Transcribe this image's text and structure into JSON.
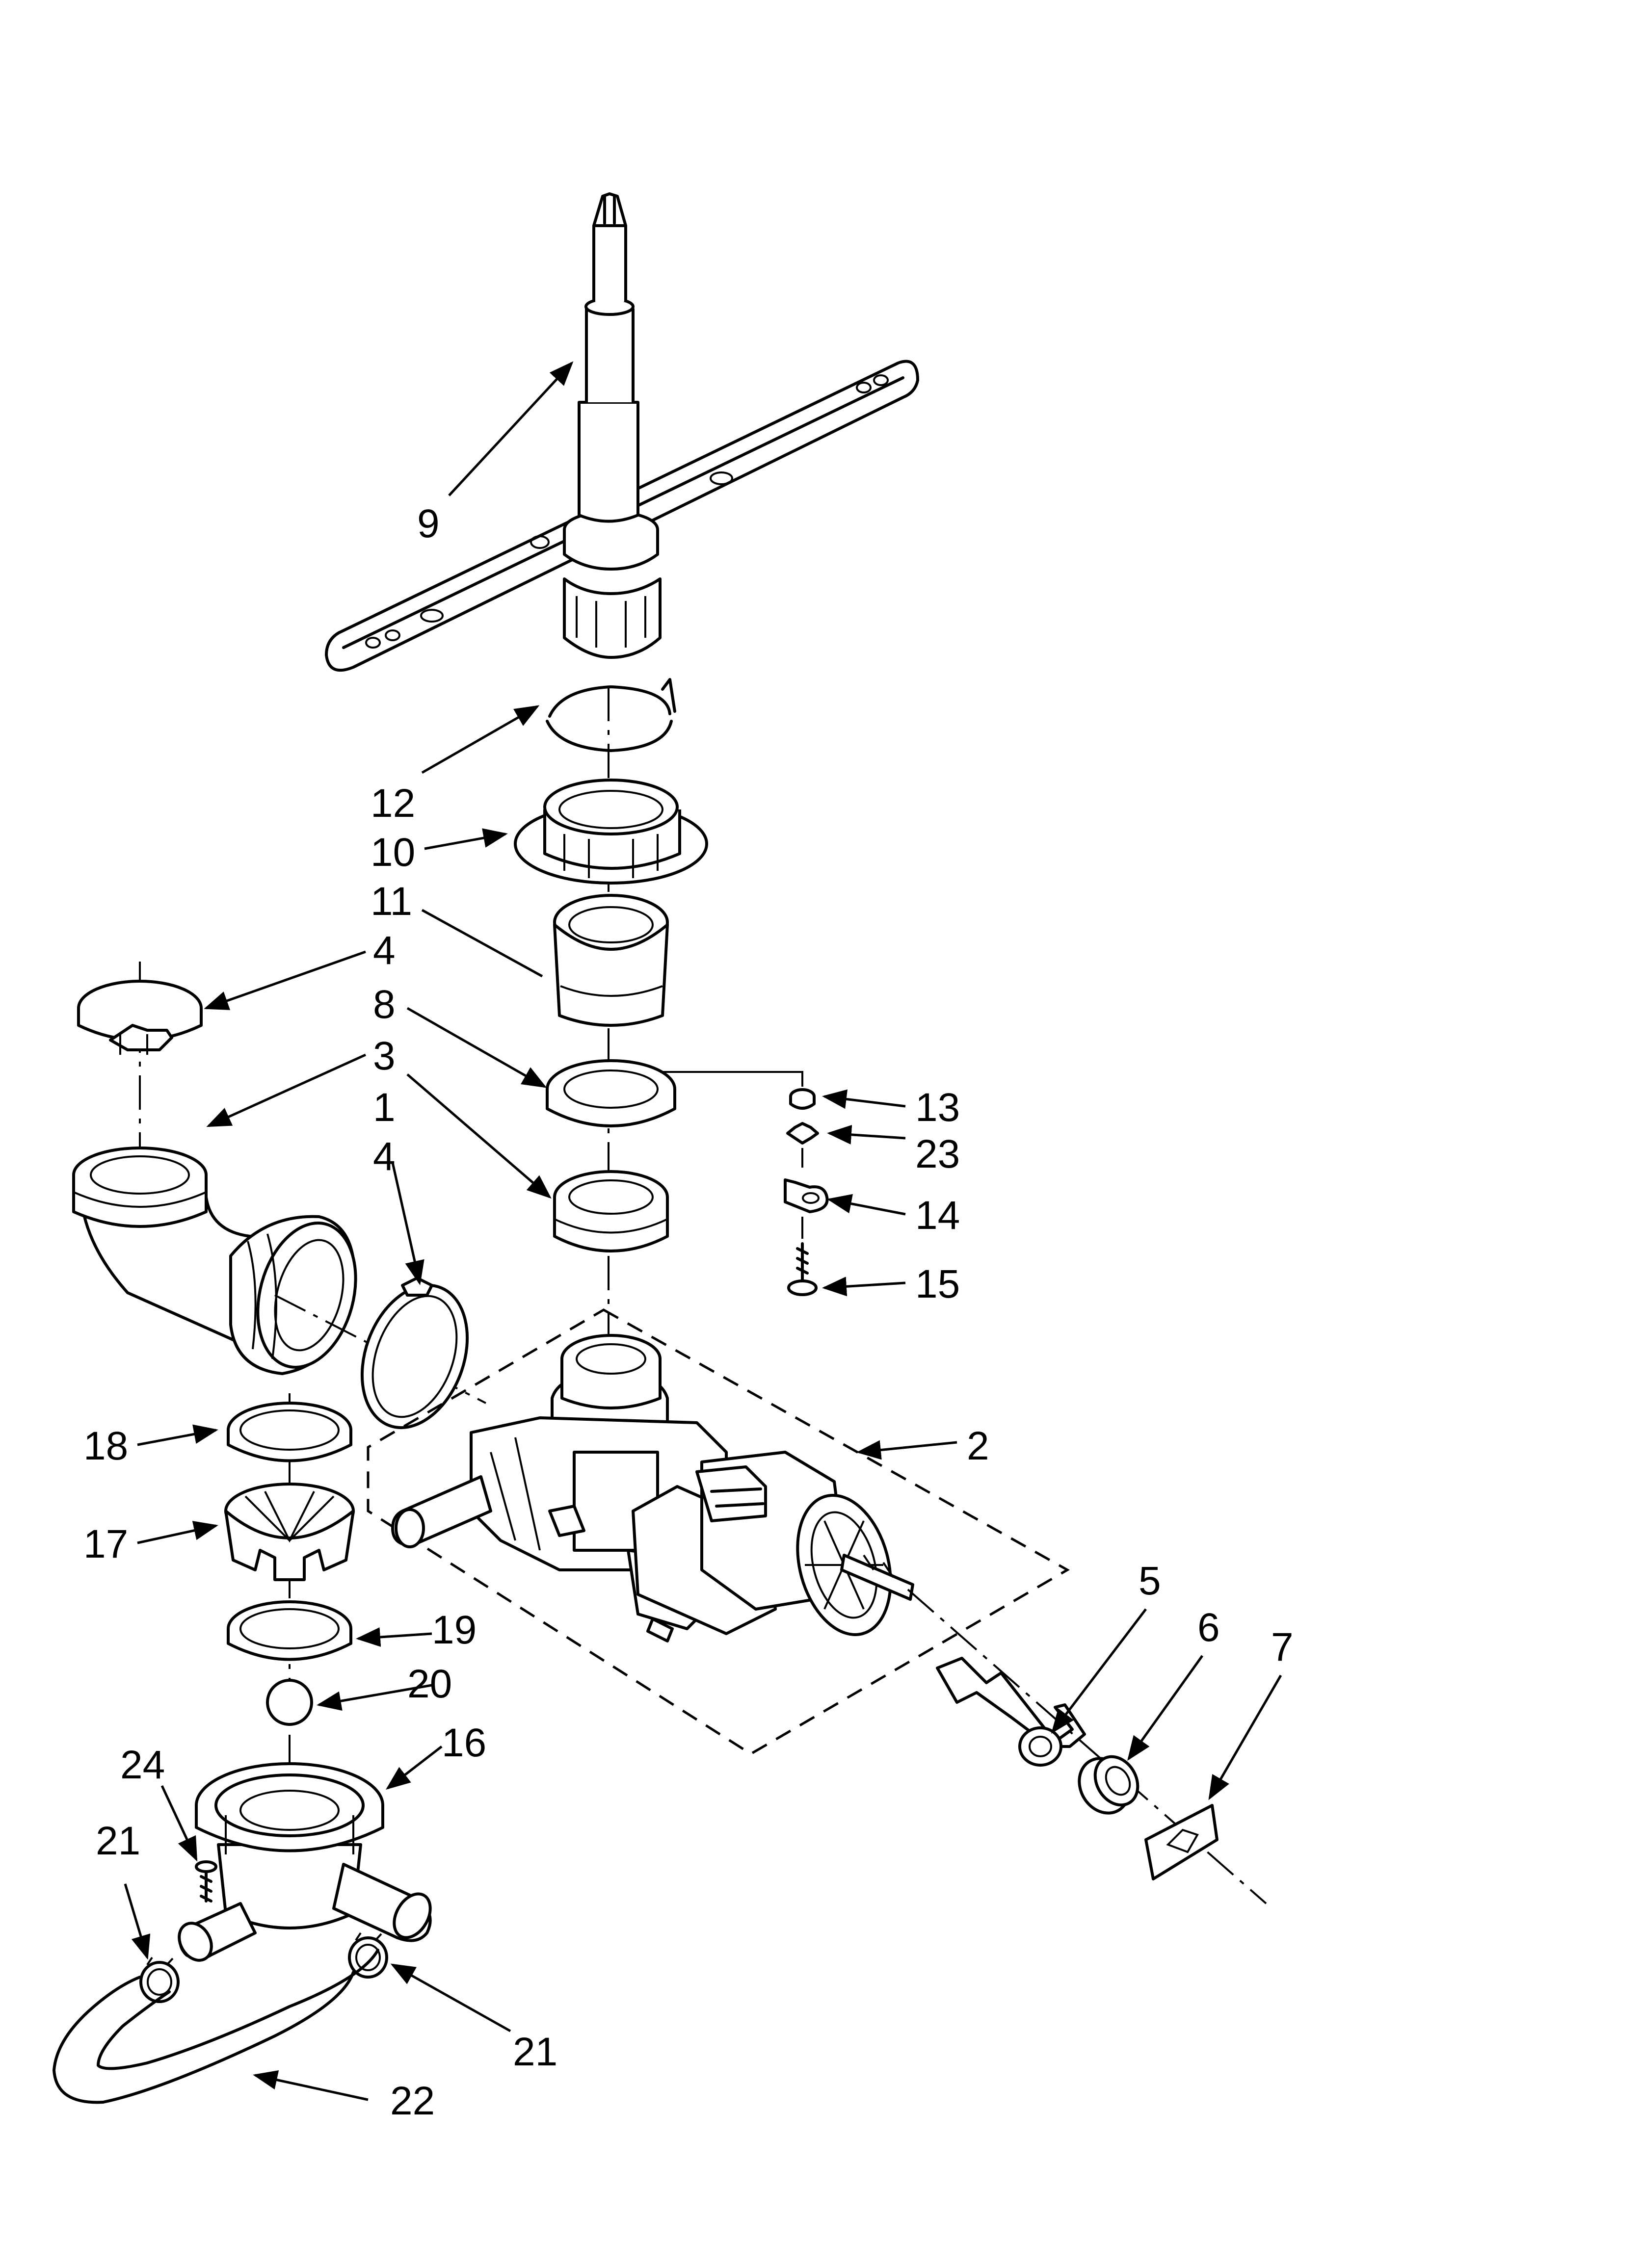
{
  "callouts": [
    "9",
    "12",
    "10",
    "11",
    "4",
    "8",
    "3",
    "1",
    "4",
    "13",
    "23",
    "14",
    "15",
    "2",
    "18",
    "17",
    "5",
    "6",
    "7",
    "19",
    "20",
    "16",
    "24",
    "21",
    "21",
    "22"
  ]
}
